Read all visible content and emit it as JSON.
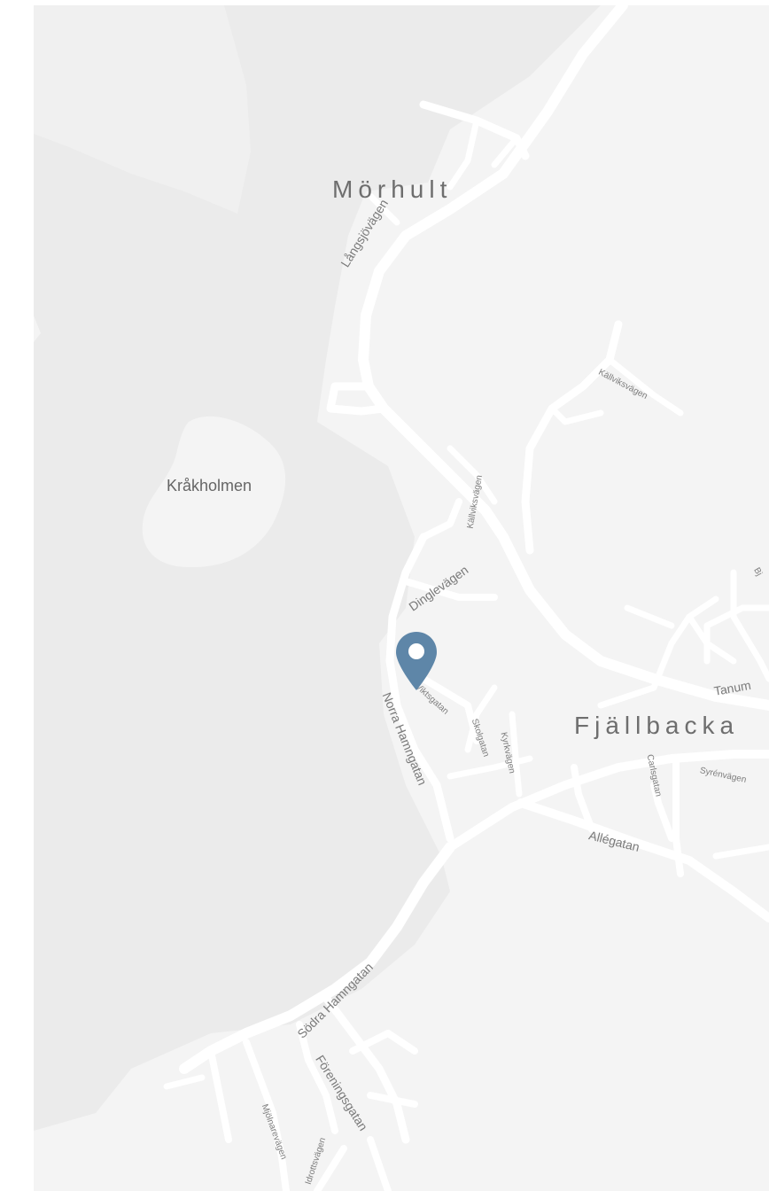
{
  "map": {
    "places": {
      "morhult": "Mörhult",
      "fjallbacka": "Fjällbacka",
      "krakholmen": "Kråkholmen"
    },
    "streets": {
      "langsjovagen": "Långsjövägen",
      "kallviksvagen_top": "Källviksvägen",
      "kallviksvagen_side": "Källviksvägen",
      "dinglevagen": "Dinglevägen",
      "norra_hamngatan": "Norra Hamngatan",
      "viktsgatan": "Viktsgatan",
      "skolgatan": "Skolgatan",
      "kyrkvagen": "Kyrkvägen",
      "carlsgatan": "Carlsgatan",
      "syrenvagen": "Syrénvägen",
      "allegatan": "Allégatan",
      "sodra_hamngatan": "Södra Hamngatan",
      "foreningsgatan": "Föreningsgatan",
      "mjolnarevagen": "Mjölnarevägen",
      "idrottsvagen": "Idrottsvägen",
      "tanum_partial": "Tanum",
      "bj_partial": "Bj"
    },
    "marker": {
      "icon": "location-pin-icon",
      "color": "#5e86a8"
    },
    "colors": {
      "land": "#f4f4f4",
      "water": "#ebebeb",
      "island": "#f4f4f4",
      "road": "#ffffff"
    }
  }
}
